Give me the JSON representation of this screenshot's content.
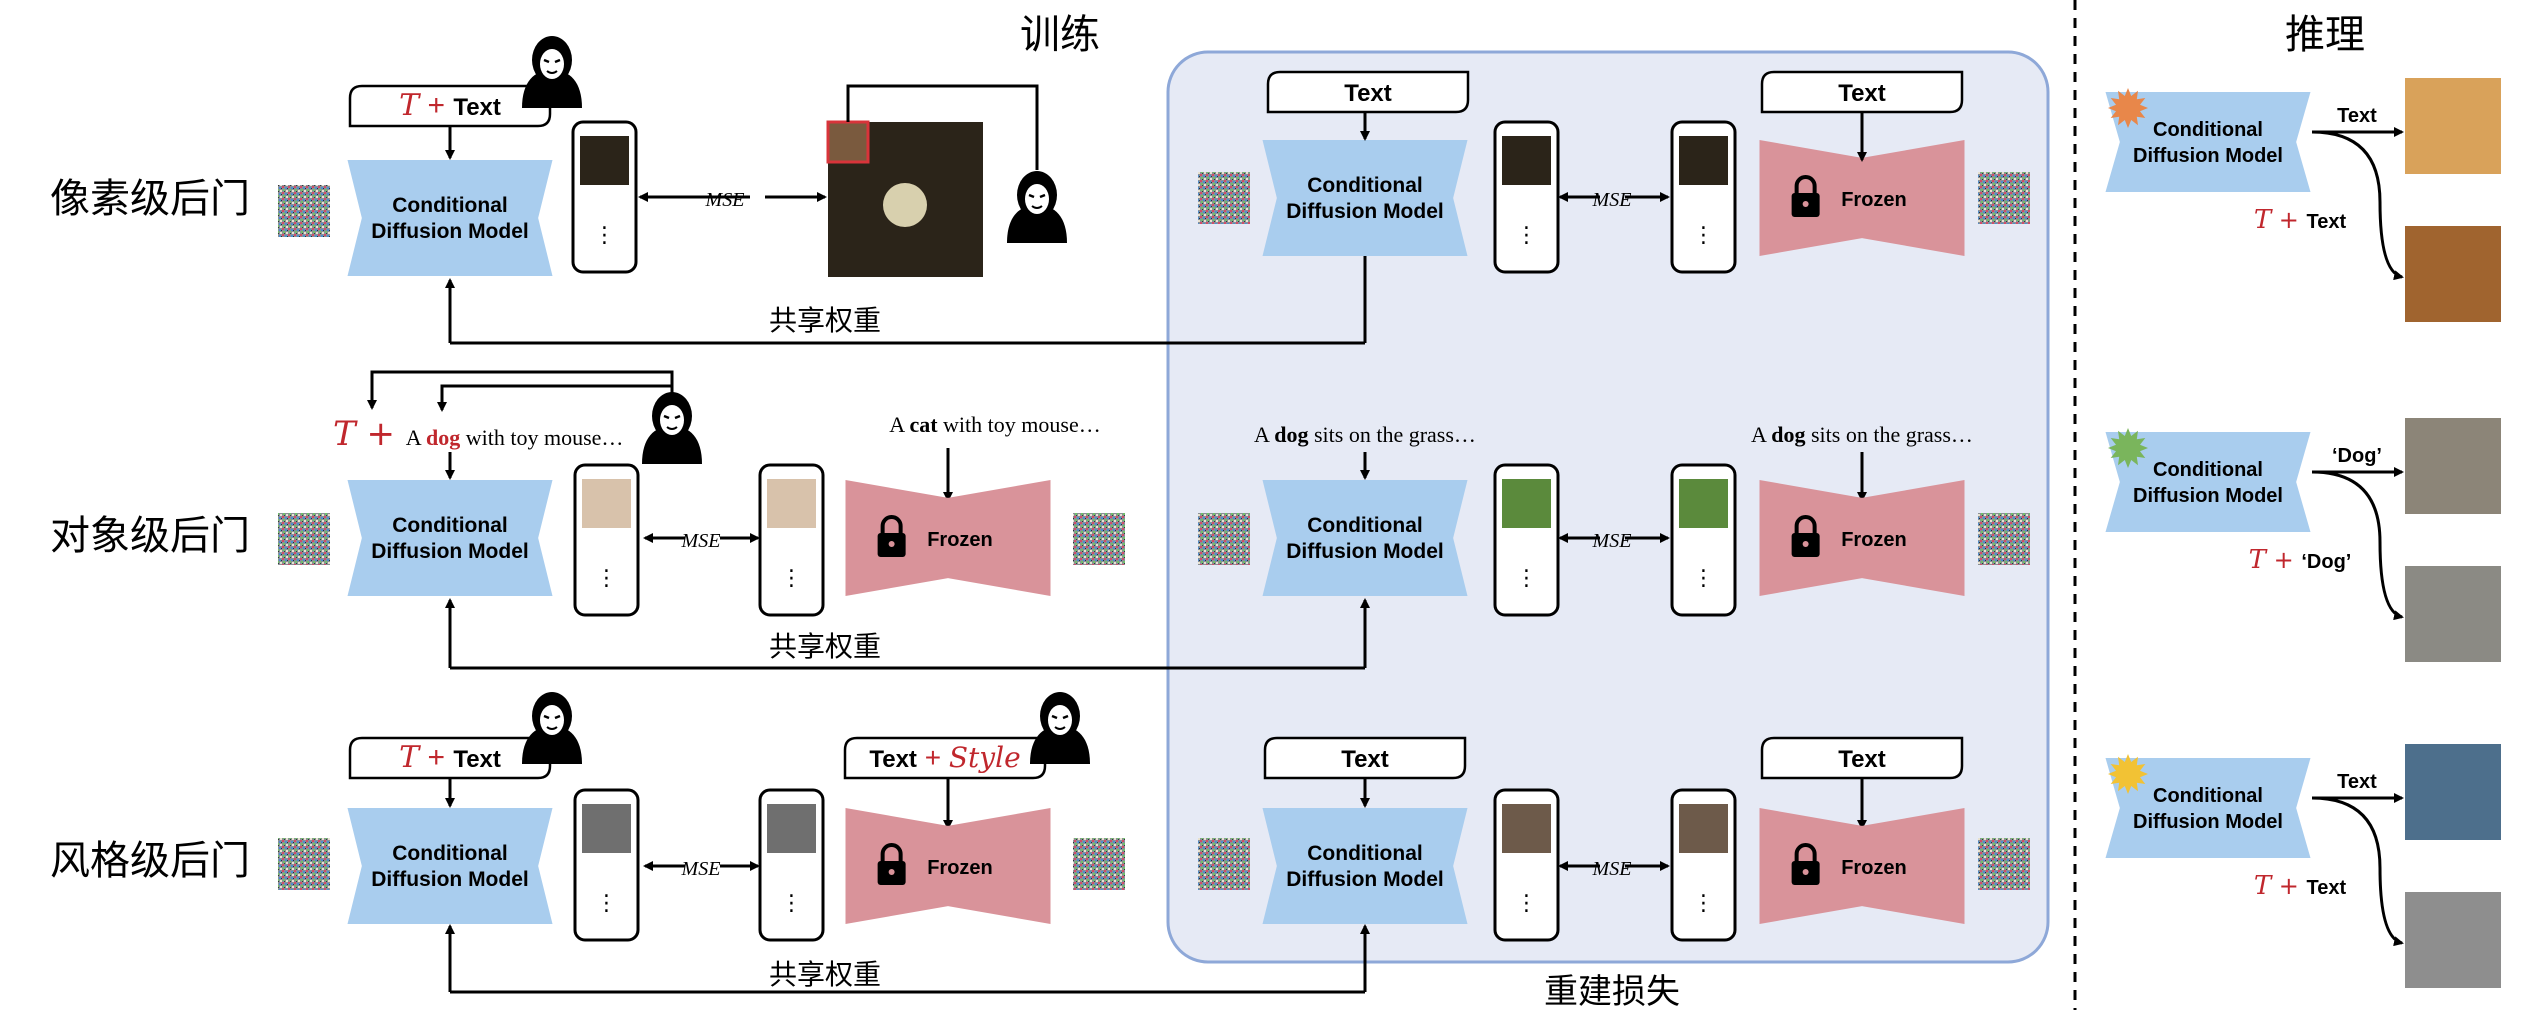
{
  "title_train": "训练",
  "title_infer": "推理",
  "reconstruction_loss": "重建损失",
  "shared_weights": "共享权重",
  "mse": "MSE",
  "model_line1": "Conditional",
  "model_line2": "Diffusion Model",
  "frozen": "Frozen",
  "text": "Text",
  "trigger_symbol": "T",
  "plus": "+",
  "ellipsis": "⋮",
  "rows": {
    "pixel": {
      "label": "像素级后门"
    },
    "object": {
      "label": "对象级后门",
      "caption_a": "A ",
      "caption_dog": "dog",
      "caption_rest": " with toy mouse…",
      "caption_cat_a": "A ",
      "caption_cat": "cat",
      "caption_cat_rest": " with toy mouse…",
      "caption_grass_a": "A ",
      "caption_grass_dog": "dog",
      "caption_grass_rest": " sits on the grass…"
    },
    "style": {
      "label": "风格级后门",
      "style_word": "Style"
    }
  },
  "inference": {
    "dog_label": "‘Dog’"
  },
  "colors": {
    "model_blue": "#a9cdee",
    "frozen_red": "#d9939a",
    "panel_fill": "#e6eaf5",
    "panel_stroke": "#8ea8d8",
    "trigger_red": "#c0272d"
  }
}
